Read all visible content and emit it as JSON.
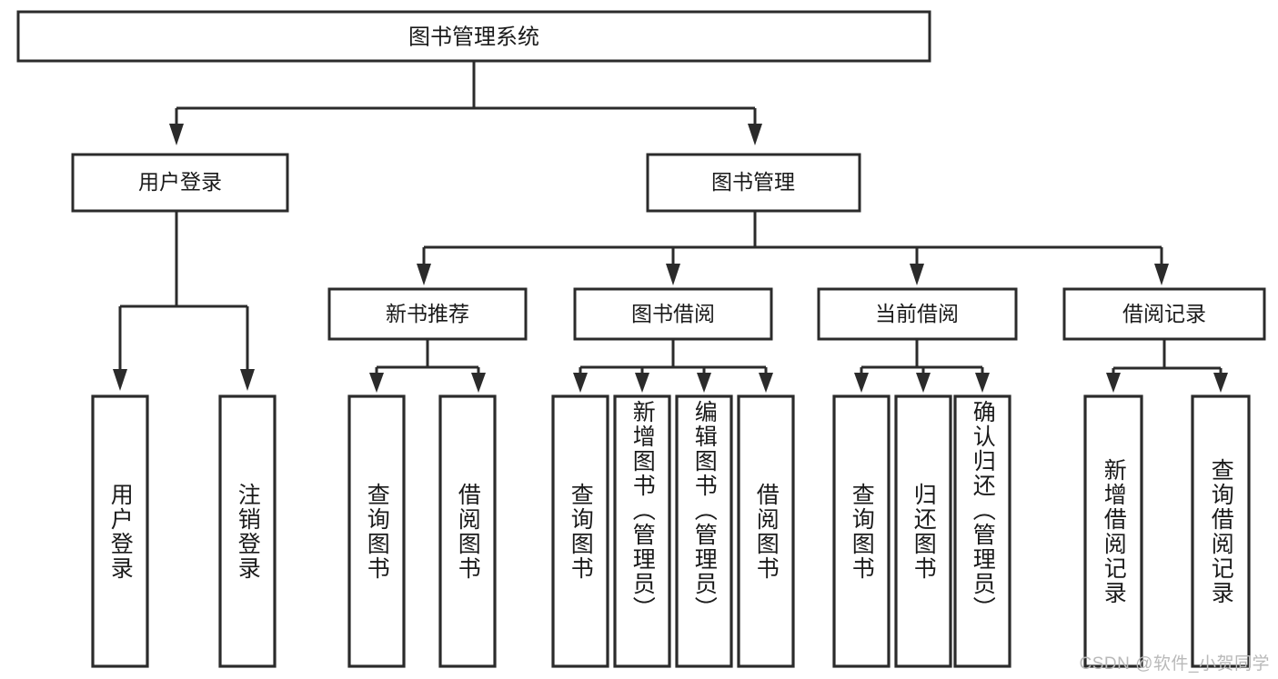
{
  "diagram": {
    "type": "tree-hierarchy",
    "title": "图书管理系统",
    "root": {
      "id": "root",
      "label": "图书管理系统",
      "orientation": "horizontal"
    },
    "level2": [
      {
        "id": "user-login",
        "label": "用户登录",
        "orientation": "horizontal"
      },
      {
        "id": "book-management",
        "label": "图书管理",
        "orientation": "horizontal"
      }
    ],
    "level3": [
      {
        "id": "new-book-recommend",
        "label": "新书推荐",
        "parent": "book-management",
        "orientation": "horizontal"
      },
      {
        "id": "book-borrow",
        "label": "图书借阅",
        "parent": "book-management",
        "orientation": "horizontal"
      },
      {
        "id": "current-borrow",
        "label": "当前借阅",
        "parent": "book-management",
        "orientation": "horizontal"
      },
      {
        "id": "borrow-record",
        "label": "借阅记录",
        "parent": "book-management",
        "orientation": "horizontal"
      }
    ],
    "leaves": [
      {
        "id": "leaf-user-login",
        "label": "用户登录",
        "parent": "user-login",
        "orientation": "vertical"
      },
      {
        "id": "leaf-logout-login",
        "label": "注销登录",
        "parent": "user-login",
        "orientation": "vertical"
      },
      {
        "id": "leaf-query-book-1",
        "label": "查询图书",
        "parent": "new-book-recommend",
        "orientation": "vertical"
      },
      {
        "id": "leaf-borrow-book-1",
        "label": "借阅图书",
        "parent": "new-book-recommend",
        "orientation": "vertical"
      },
      {
        "id": "leaf-query-book-2",
        "label": "查询图书",
        "parent": "book-borrow",
        "orientation": "vertical"
      },
      {
        "id": "leaf-add-book",
        "label": "新增图书（管理员）",
        "parent": "book-borrow",
        "orientation": "vertical"
      },
      {
        "id": "leaf-edit-book",
        "label": "编辑图书（管理员）",
        "parent": "book-borrow",
        "orientation": "vertical"
      },
      {
        "id": "leaf-borrow-book-2",
        "label": "借阅图书",
        "parent": "book-borrow",
        "orientation": "vertical"
      },
      {
        "id": "leaf-query-book-3",
        "label": "查询图书",
        "parent": "current-borrow",
        "orientation": "vertical"
      },
      {
        "id": "leaf-return-book",
        "label": "归还图书",
        "parent": "current-borrow",
        "orientation": "vertical"
      },
      {
        "id": "leaf-confirm-return",
        "label": "确认归还（管理员）",
        "parent": "current-borrow",
        "orientation": "vertical"
      },
      {
        "id": "leaf-add-record",
        "label": "新增借阅记录",
        "parent": "borrow-record",
        "orientation": "vertical"
      },
      {
        "id": "leaf-query-record",
        "label": "查询借阅记录",
        "parent": "borrow-record",
        "orientation": "vertical"
      }
    ],
    "colors": {
      "stroke": "#2b2b2b",
      "fill": "#ffffff",
      "text": "#1a1a1a",
      "watermark": "#b9b9b9",
      "background": "#ffffff"
    }
  },
  "watermark": {
    "text": "CSDN @软件_小贺同学"
  }
}
